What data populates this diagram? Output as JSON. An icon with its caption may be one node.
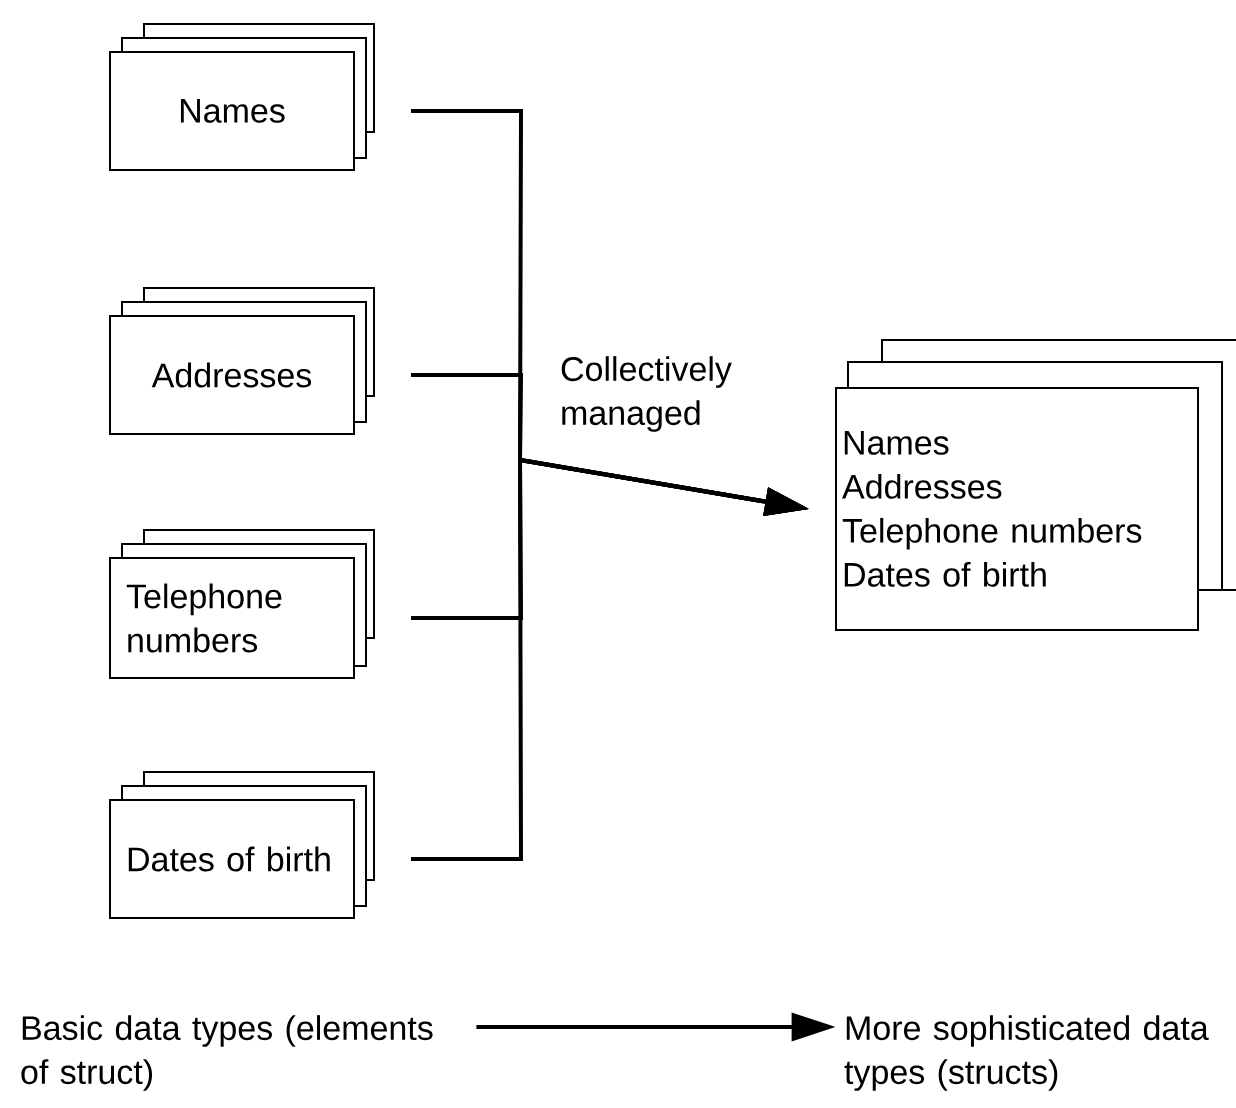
{
  "diagram": {
    "nodes": [
      {
        "text": [
          "Names"
        ]
      },
      {
        "text": [
          "Addresses"
        ]
      },
      {
        "text": [
          "Telephone numbers"
        ]
      },
      {
        "text": [
          "Dates of birth"
        ]
      },
      {
        "text": [
          "Names",
          "Addresses",
          "Telephone numbers",
          "Dates of birth"
        ]
      },
      {
        "text": [
          "Basic data types (elements of struct)"
        ]
      },
      {
        "text": [
          "More sophisticated data types (structs)"
        ]
      }
    ],
    "edges": [
      {
        "from": 0,
        "to": 4,
        "arrow": "to",
        "label": "Collectively managed"
      },
      {
        "from": 1,
        "to": 4,
        "arrow": "to"
      },
      {
        "from": 2,
        "to": 4,
        "arrow": "to"
      },
      {
        "from": 3,
        "to": 4,
        "arrow": "to"
      },
      {
        "from": 5,
        "to": 6,
        "arrow": "to"
      }
    ]
  }
}
